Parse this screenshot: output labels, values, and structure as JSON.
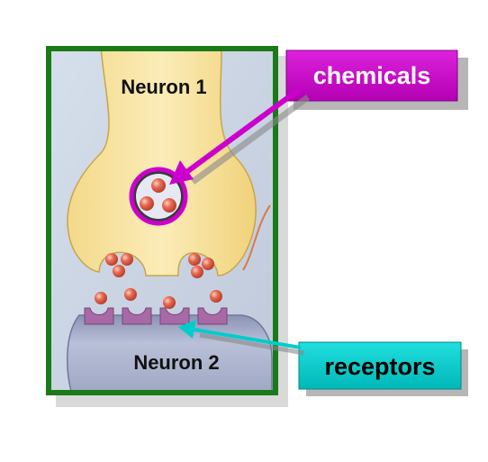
{
  "diagram": {
    "top_cell_label": "Neuron 1",
    "bottom_cell_label": "Neuron 2",
    "callouts": {
      "chemicals": {
        "label": "chemicals",
        "color": "#cc00cc",
        "text_color": "#ffffff"
      },
      "receptors": {
        "label": "receptors",
        "color": "#00cccc",
        "text_color": "#000000"
      }
    },
    "colors": {
      "frame_border": "#1a7a1a",
      "background_panel": "#c9d3e3",
      "neuron1_fill": "#f7e29a",
      "neuron2_fill": "#a9b1cc",
      "receptor_fill": "#a86aa6",
      "molecule_fill": "#e0604a",
      "axon_line": "#d97a4a"
    }
  }
}
